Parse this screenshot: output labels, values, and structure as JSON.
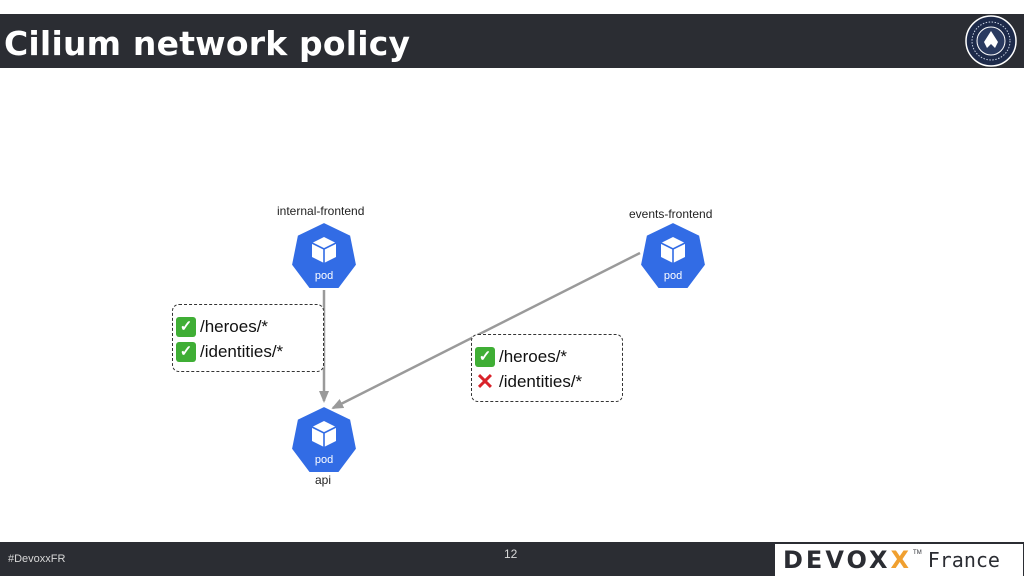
{
  "header": {
    "title": "Cilium network policy"
  },
  "diagram": {
    "pods": [
      {
        "name": "internal-frontend",
        "icon_text": "pod"
      },
      {
        "name": "events-frontend",
        "icon_text": "pod"
      },
      {
        "name": "api",
        "icon_text": "pod"
      }
    ],
    "rules_internal": [
      {
        "path": "/heroes/*",
        "allowed": true
      },
      {
        "path": "/identities/*",
        "allowed": true
      }
    ],
    "rules_events": [
      {
        "path": "/heroes/*",
        "allowed": true
      },
      {
        "path": "/identities/*",
        "allowed": false
      }
    ]
  },
  "footer": {
    "hashtag": "#DevoxxFR",
    "page_number": "12",
    "brand_prefix": "DEVOX",
    "brand_x": "X",
    "brand_tm": "TM",
    "brand_suffix": "France"
  },
  "colors": {
    "pod_blue": "#326ce5",
    "allowed_green": "#3fae35",
    "denied_red": "#d9232a",
    "bar_dark": "#2b2d33"
  }
}
